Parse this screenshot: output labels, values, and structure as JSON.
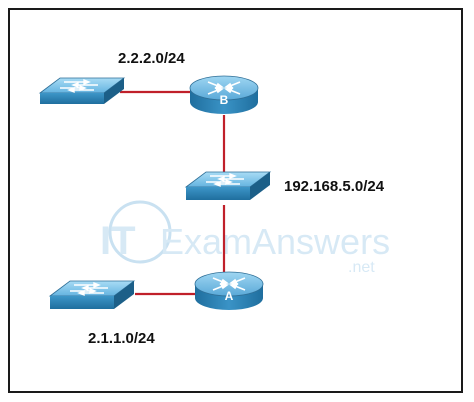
{
  "diagram": {
    "networks": {
      "b_lan": "2.2.2.0/24",
      "core": "192.168.5.0/24",
      "a_lan": "2.1.1.0/24"
    },
    "routers": {
      "router_b": "B",
      "router_a": "A"
    },
    "watermark": {
      "logo_text": "ITExamAnswers",
      "domain": ".net"
    },
    "colors": {
      "device_top": "#7fc4e8",
      "device_side": "#2f86b8",
      "link": "#c0202a",
      "frame": "#1a1a1a"
    }
  }
}
